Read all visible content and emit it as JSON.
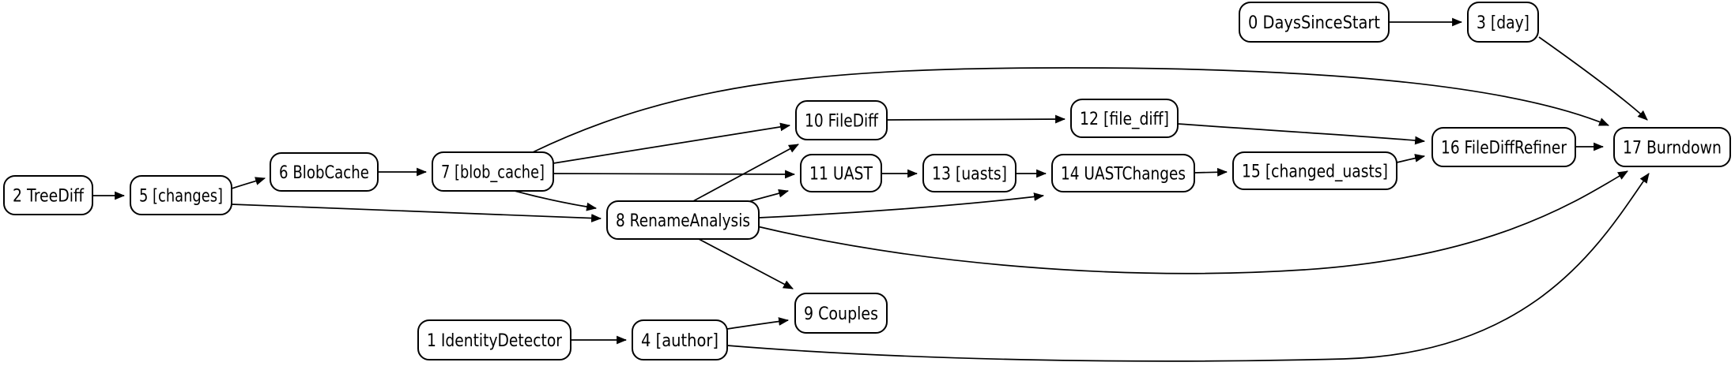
{
  "diagram": {
    "type": "directed-graph",
    "background_color": "#ffffff",
    "node_fill_color": "#ffffff",
    "node_border_color": "#000000",
    "edge_color": "#000000",
    "text_color": "#000000",
    "nodes": [
      {
        "id": "0",
        "label": "0 DaysSinceStart"
      },
      {
        "id": "1",
        "label": "1 IdentityDetector"
      },
      {
        "id": "2",
        "label": "2 TreeDiff"
      },
      {
        "id": "3",
        "label": "3 [day]"
      },
      {
        "id": "4",
        "label": "4 [author]"
      },
      {
        "id": "5",
        "label": "5 [changes]"
      },
      {
        "id": "6",
        "label": "6 BlobCache"
      },
      {
        "id": "7",
        "label": "7 [blob_cache]"
      },
      {
        "id": "8",
        "label": "8 RenameAnalysis"
      },
      {
        "id": "9",
        "label": "9 Couples"
      },
      {
        "id": "10",
        "label": "10 FileDiff"
      },
      {
        "id": "11",
        "label": "11 UAST"
      },
      {
        "id": "12",
        "label": "12 [file_diff]"
      },
      {
        "id": "13",
        "label": "13 [uasts]"
      },
      {
        "id": "14",
        "label": "14 UASTChanges"
      },
      {
        "id": "15",
        "label": "15 [changed_uasts]"
      },
      {
        "id": "16",
        "label": "16 FileDiffRefiner"
      },
      {
        "id": "17",
        "label": "17 Burndown"
      }
    ],
    "edges": [
      {
        "from": "0",
        "to": "3"
      },
      {
        "from": "1",
        "to": "4"
      },
      {
        "from": "2",
        "to": "5"
      },
      {
        "from": "3",
        "to": "17"
      },
      {
        "from": "4",
        "to": "9"
      },
      {
        "from": "4",
        "to": "17"
      },
      {
        "from": "5",
        "to": "6"
      },
      {
        "from": "5",
        "to": "8"
      },
      {
        "from": "6",
        "to": "7"
      },
      {
        "from": "7",
        "to": "8"
      },
      {
        "from": "7",
        "to": "10"
      },
      {
        "from": "7",
        "to": "11"
      },
      {
        "from": "7",
        "to": "17"
      },
      {
        "from": "8",
        "to": "9"
      },
      {
        "from": "8",
        "to": "10"
      },
      {
        "from": "8",
        "to": "11"
      },
      {
        "from": "8",
        "to": "14"
      },
      {
        "from": "8",
        "to": "17"
      },
      {
        "from": "10",
        "to": "12"
      },
      {
        "from": "11",
        "to": "13"
      },
      {
        "from": "12",
        "to": "16"
      },
      {
        "from": "13",
        "to": "14"
      },
      {
        "from": "14",
        "to": "15"
      },
      {
        "from": "15",
        "to": "16"
      },
      {
        "from": "16",
        "to": "17"
      }
    ]
  }
}
